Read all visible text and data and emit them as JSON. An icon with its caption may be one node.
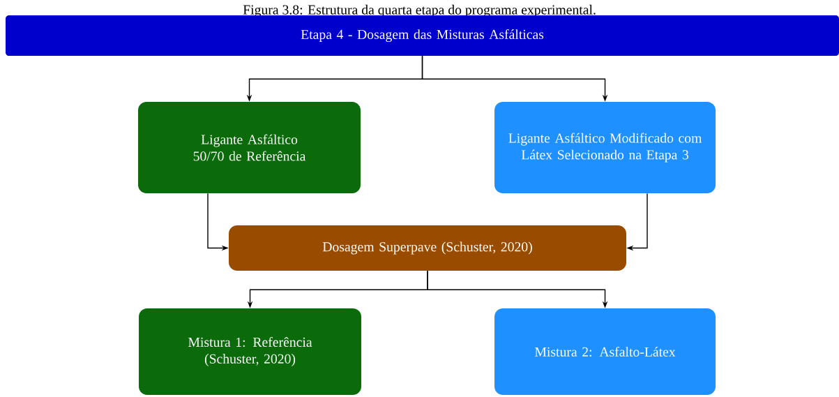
{
  "diagram": {
    "title": "Figura 3.8: Estrutura da quarta etapa do programa experimental.",
    "nodes": [
      {
        "text": [
          "Etapa 4 - Dosagem das Misturas Asfálticas"
        ]
      },
      {
        "text": [
          "Ligante Asfáltico 50/70 de Referência"
        ]
      },
      {
        "text": [
          "Ligante Asfáltico Modificado com Látex Selecionado na Etapa 3"
        ]
      },
      {
        "text": [
          "Dosagem Superpave (Schuster, 2020)"
        ]
      },
      {
        "text": [
          "Mistura 1: Referência (Schuster, 2020)"
        ]
      },
      {
        "text": [
          "Mistura 2: Asfalto-Látex"
        ]
      }
    ],
    "edges": [
      {
        "from": 0,
        "to": 1,
        "arrow": "to"
      },
      {
        "from": 0,
        "to": 2,
        "arrow": "to"
      },
      {
        "from": 1,
        "to": 3,
        "arrow": "to"
      },
      {
        "from": 2,
        "to": 3,
        "arrow": "to"
      },
      {
        "from": 3,
        "to": 4,
        "arrow": "to"
      },
      {
        "from": 3,
        "to": 5,
        "arrow": "to"
      }
    ]
  }
}
